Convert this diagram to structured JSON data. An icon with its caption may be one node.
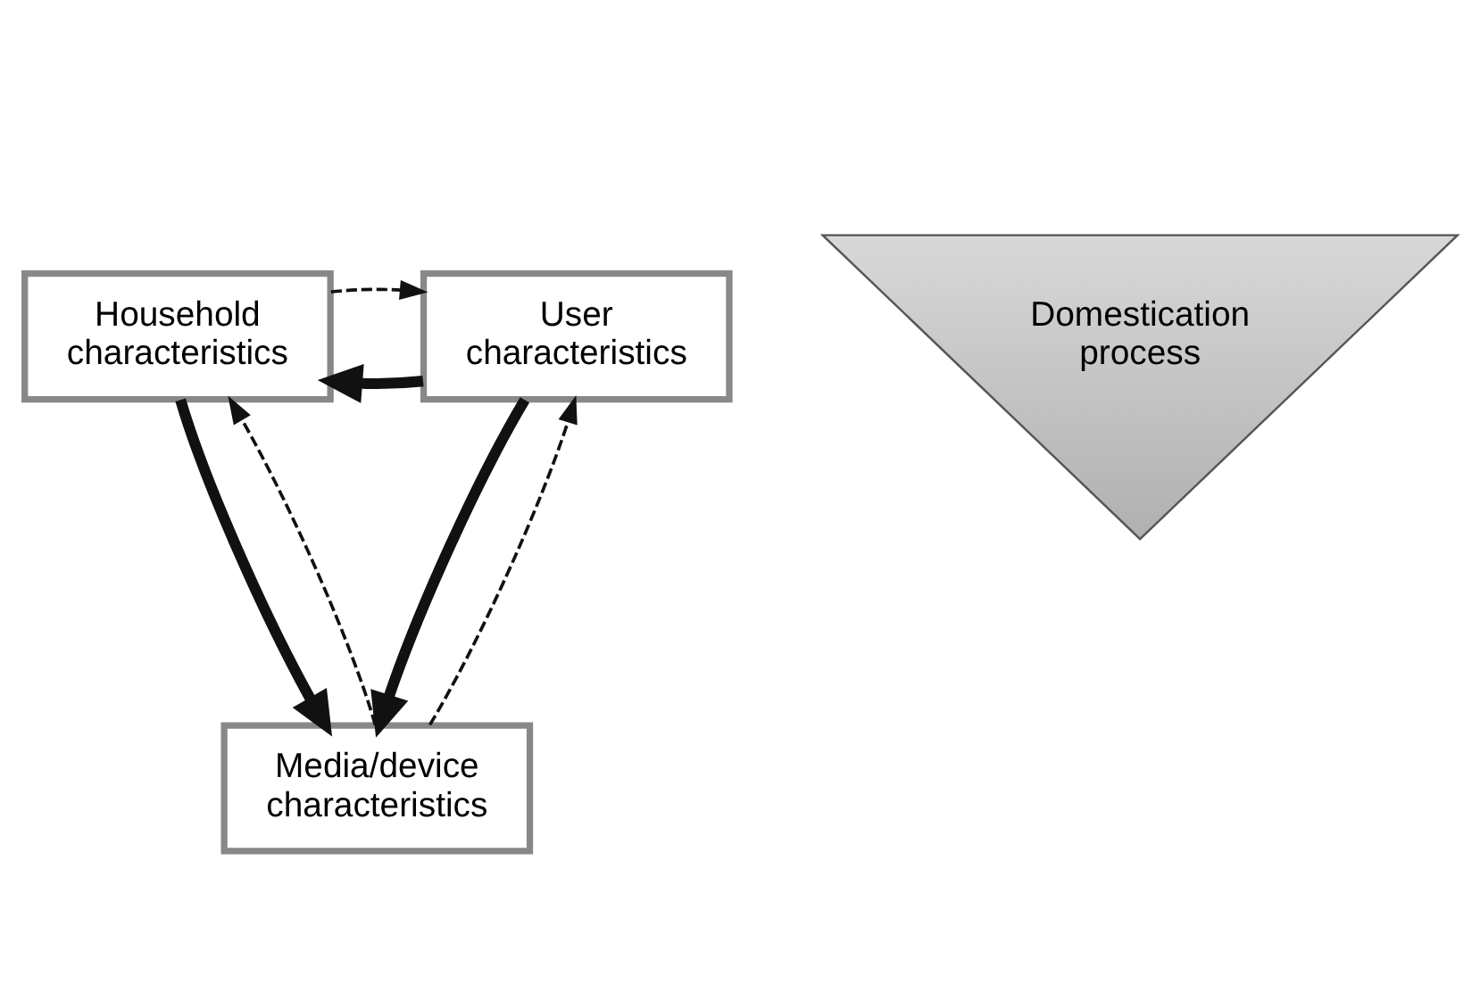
{
  "diagram": {
    "nodes": [
      {
        "text": [
          "Household characteristics"
        ]
      },
      {
        "text": [
          "User characteristics"
        ]
      },
      {
        "text": [
          "Domestication process"
        ]
      },
      {
        "text": [
          "Media/device characteristics"
        ]
      }
    ],
    "edges": [
      {
        "from": 1,
        "to": 0,
        "arrow": "to",
        "style": "thick"
      },
      {
        "from": 0,
        "to": 1,
        "arrow": "to",
        "style": "dashed"
      },
      {
        "from": 0,
        "to": 3,
        "arrow": "to",
        "style": "thick"
      },
      {
        "from": 3,
        "to": 0,
        "arrow": "to",
        "style": "dashed"
      },
      {
        "from": 1,
        "to": 3,
        "arrow": "to",
        "style": "thick"
      },
      {
        "from": 3,
        "to": 1,
        "arrow": "to",
        "style": "dashed"
      }
    ]
  }
}
